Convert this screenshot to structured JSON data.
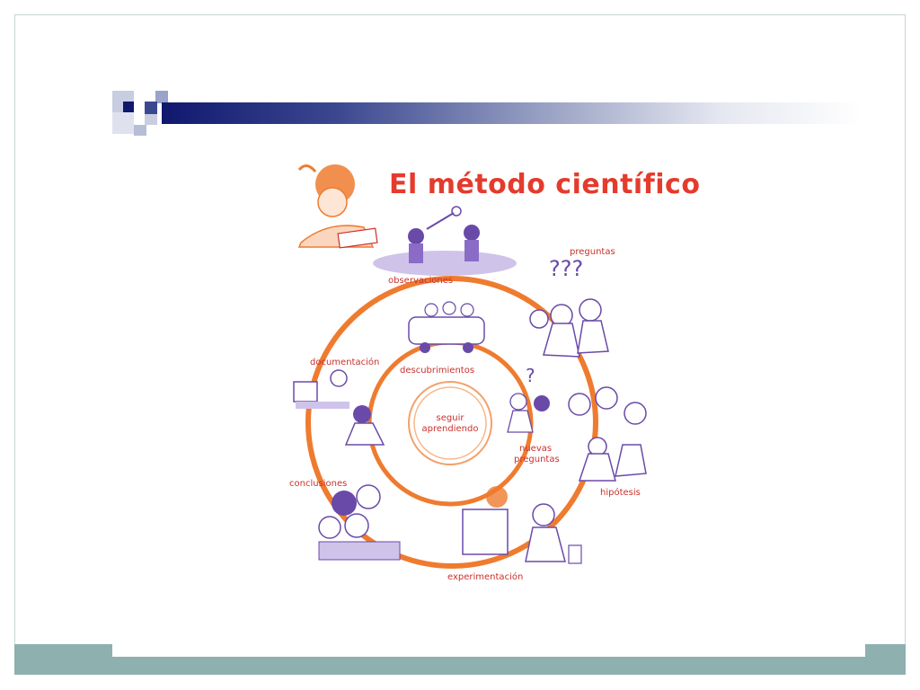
{
  "diagram": {
    "title": "El método científico",
    "stages": {
      "observaciones": "observaciones",
      "preguntas": "preguntas",
      "hipotesis": "hipótesis",
      "experimentacion": "experimentación",
      "conclusiones": "conclusiones",
      "documentacion": "documentación",
      "descubrimientos": "descubrimientos",
      "nuevas_preguntas_1": "nuevas",
      "nuevas_preguntas_2": "preguntas"
    },
    "center": {
      "line1": "seguir",
      "line2": "aprendiendo"
    }
  },
  "colors": {
    "title": "#e43b2d",
    "label": "#c8312c",
    "ring": "#ef7b2f",
    "figures": "#6a4aa8",
    "accent_bar": "#8eb0ae",
    "header_dark": "#10186e"
  }
}
